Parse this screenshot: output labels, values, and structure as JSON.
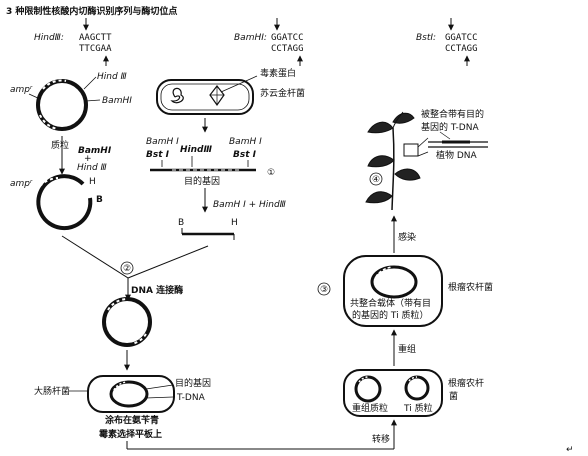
{
  "title": "3 种限制性核酸内切酶识别序列与酶切位点",
  "enzymes": {
    "hind": {
      "name": "HindⅢ:",
      "top": "AAGCTT",
      "bottom": "TTCGAA"
    },
    "bamh": {
      "name": "BamHⅠ:",
      "top": "GGATCC",
      "bottom": "CCTAGG"
    },
    "bst": {
      "name": "BstⅠ:",
      "top": "GGATCC",
      "bottom": "CCTAGG"
    }
  },
  "plasmid": {
    "amp": "ampʳ",
    "hind_site": "Hind Ⅲ",
    "bamh_site": "BamHⅠ",
    "label": "质粒",
    "enz1": "BamHⅠ",
    "enz2": "Hind Ⅲ",
    "cut_amp": "ampʳ",
    "cut_h": "H",
    "cut_b": "B"
  },
  "bacterium": {
    "protein": "毒素蛋白",
    "name": "苏云金杆菌"
  },
  "gene": {
    "site1": "BamH Ⅰ",
    "site2": "Bst Ⅰ",
    "site3": "HindⅢ",
    "site4": "BamH Ⅰ",
    "site5": "Bst Ⅰ",
    "label": "目的基因",
    "step": "①",
    "digest": "BamH Ⅰ + HindⅢ",
    "cut_b": "B",
    "cut_h": "H"
  },
  "ligation": {
    "step": "②",
    "label": "DNA 连接酶"
  },
  "ecoli": {
    "name": "大肠杆菌",
    "gene_label": "目的基因",
    "tdna": "T-DNA",
    "plate1": "涂布在氨苄青",
    "plate2": "霉素选择平板上"
  },
  "agro_bottom": {
    "plasmid1": "重组质粒",
    "plasmid2": "Ti 质粒",
    "name1": "根瘤农杆",
    "name2": "菌"
  },
  "arrows": {
    "transfer": "转移",
    "recombine": "重组",
    "infect": "感染"
  },
  "agro_top": {
    "step": "③",
    "vector1": "共整合载体（带有目",
    "vector2": "的基因的 Ti 质粒）",
    "name": "根瘤农杆菌"
  },
  "plant": {
    "step": "④",
    "tdna1": "被整合带有目的",
    "tdna2": "基因的 T-DNA",
    "dna": "植物 DNA"
  },
  "return_mark": "↵"
}
